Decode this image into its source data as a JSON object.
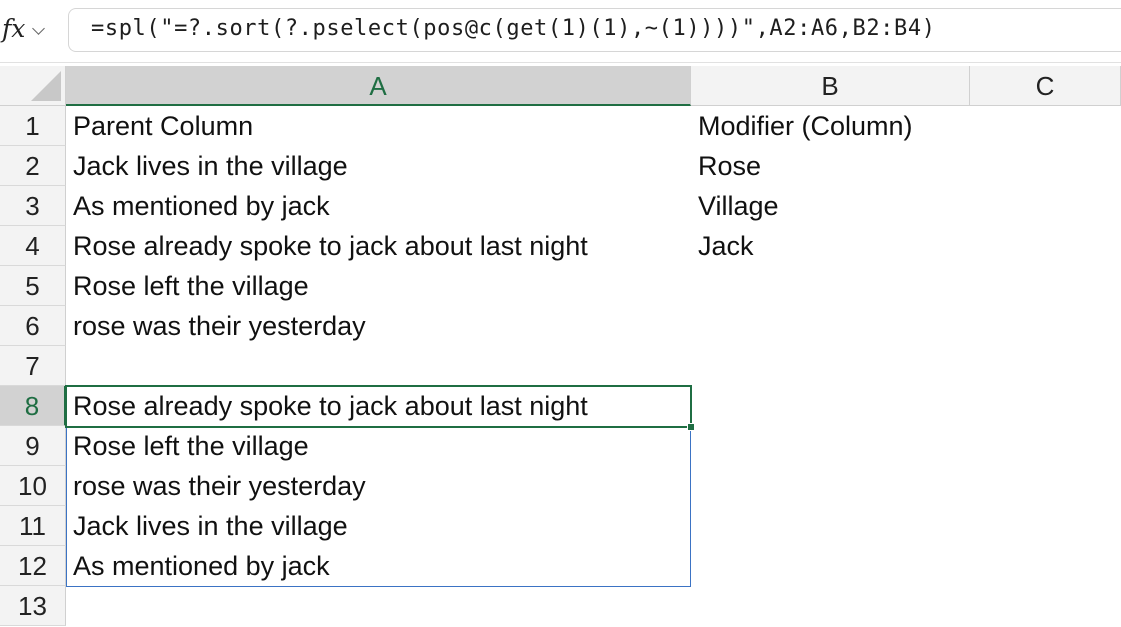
{
  "formula_bar": {
    "fx_label": "fx",
    "formula": "=spl(\"=?.sort(?.pselect(pos@c(get(1)(1),~(1))))\",A2:A6,B2:B4)"
  },
  "columns": [
    "A",
    "B",
    "C"
  ],
  "rows": [
    "1",
    "2",
    "3",
    "4",
    "5",
    "6",
    "7",
    "8",
    "9",
    "10",
    "11",
    "12",
    "13"
  ],
  "cells": {
    "A1": "Parent Column",
    "B1": "Modifier (Column)",
    "A2": "Jack lives in the village",
    "B2": "Rose",
    "A3": "As mentioned by jack",
    "B3": "Village",
    "A4": "Rose already spoke to jack about last night",
    "B4": "Jack",
    "A5": "Rose left the village",
    "A6": "rose was their yesterday",
    "A8": "Rose already spoke to jack about last night",
    "A9": "Rose left the village",
    "A10": "rose was their yesterday",
    "A11": "Jack lives in the village",
    "A12": "As mentioned by jack"
  },
  "selection": {
    "active_cell": "A8",
    "selected_column": "A",
    "selected_row": "8",
    "accent_color": "#1f6e43",
    "spill_border_color": "#3b73c4"
  }
}
